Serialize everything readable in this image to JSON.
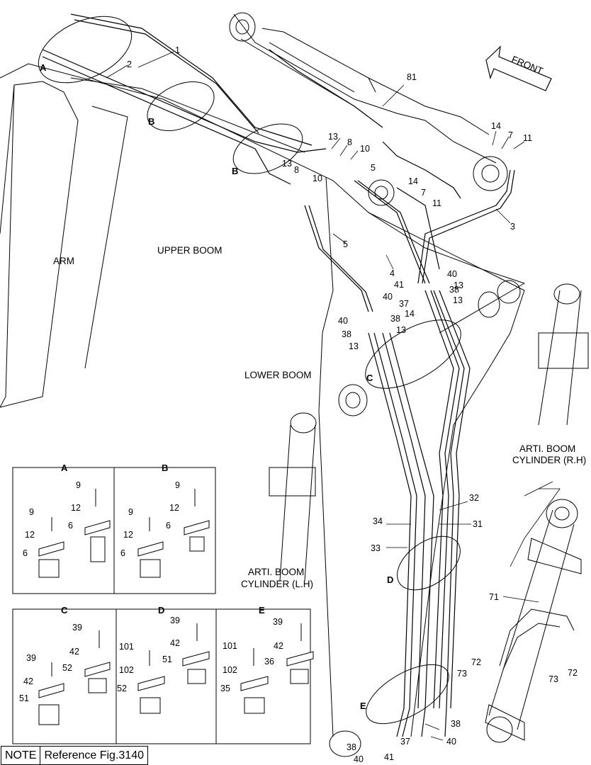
{
  "front_label": "FRONT",
  "regions": {
    "arm": "ARM",
    "upper_boom": "UPPER BOOM",
    "lower_boom": "LOWER BOOM",
    "arti_rh": [
      "ARTI. BOOM",
      "CYLINDER (R.H)"
    ],
    "arti_lh": [
      "ARTI. BOOM",
      "CYLINDER (L.H)"
    ]
  },
  "detail_refs": [
    "A",
    "B",
    "B",
    "C",
    "D",
    "E"
  ],
  "detail_panels": [
    "A",
    "B",
    "C",
    "D",
    "E"
  ],
  "detail_parts": {
    "a": [
      "9",
      "12",
      "6",
      "9",
      "12",
      "6"
    ],
    "b": [
      "9",
      "12",
      "6",
      "9",
      "12",
      "6"
    ],
    "c": [
      "39",
      "42",
      "52",
      "39",
      "42",
      "51"
    ],
    "d": [
      "39",
      "42",
      "51",
      "101",
      "102",
      "52"
    ],
    "e": [
      "39",
      "42",
      "36",
      "101",
      "102",
      "35"
    ]
  },
  "part_callouts": [
    "1",
    "2",
    "81",
    "14",
    "7",
    "11",
    "13",
    "8",
    "10",
    "5",
    "13",
    "8",
    "10",
    "14",
    "7",
    "11",
    "3",
    "5",
    "4",
    "40",
    "41",
    "38",
    "13",
    "37",
    "14",
    "40",
    "38",
    "13",
    "40",
    "38",
    "13",
    "13",
    "32",
    "34",
    "31",
    "33",
    "71",
    "72",
    "73",
    "72",
    "73",
    "38",
    "40",
    "37",
    "38",
    "40",
    "41"
  ],
  "note": {
    "label": "NOTE",
    "text": "Reference Fig.3140"
  }
}
